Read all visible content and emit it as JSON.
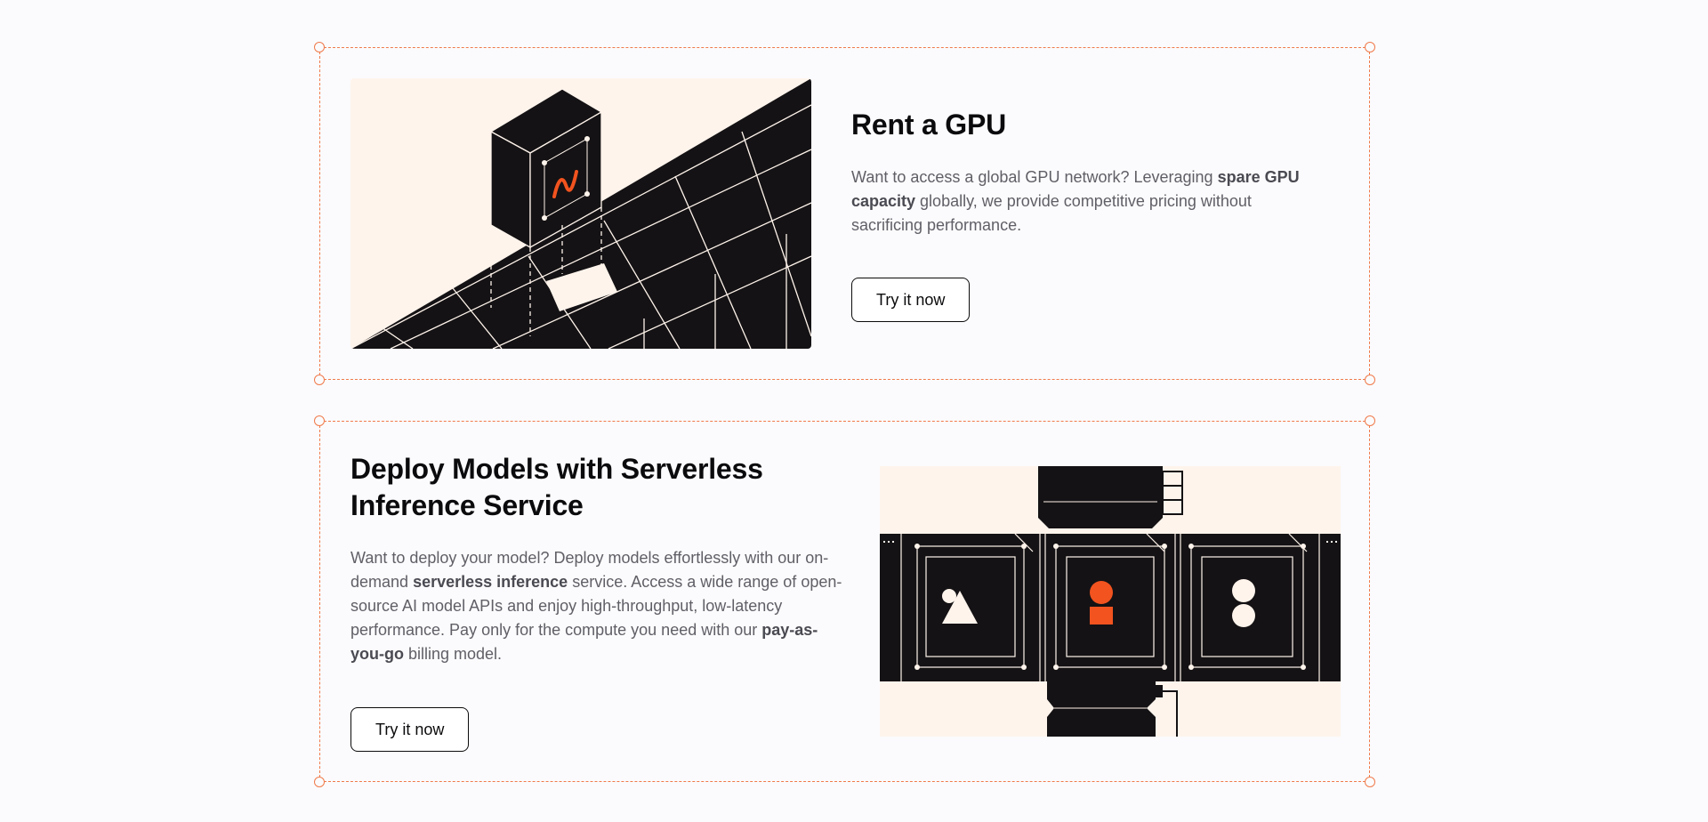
{
  "sections": [
    {
      "title": "Rent a GPU",
      "desc": {
        "part1": "Want to access a global GPU network? Leveraging ",
        "bold1": "spare GPU capacity",
        "part2": " globally, we provide competitive pricing without sacrificing performance."
      },
      "button_label": "Try it now",
      "illustration_icon": "gpu-grid-illustration"
    },
    {
      "title": "Deploy Models with Serverless Inference Service",
      "desc": {
        "part1": "Want to deploy your model? Deploy models effortlessly with our on-demand ",
        "bold1": "serverless inference",
        "part2": " service. Access a wide range of open-source AI model APIs and enjoy high-throughput, low-latency performance. Pay only for the compute you need with our ",
        "bold2": "pay-as-you-go",
        "part3": " billing model."
      },
      "button_label": "Try it now",
      "illustration_icon": "serverless-hardware-illustration"
    }
  ],
  "colors": {
    "accent": "#f07a4a",
    "brand_orange": "#f2531f",
    "illustration_bg": "#fff4ec",
    "dark": "#141214",
    "text": "#0b0b0d",
    "muted": "#5f5f66"
  }
}
